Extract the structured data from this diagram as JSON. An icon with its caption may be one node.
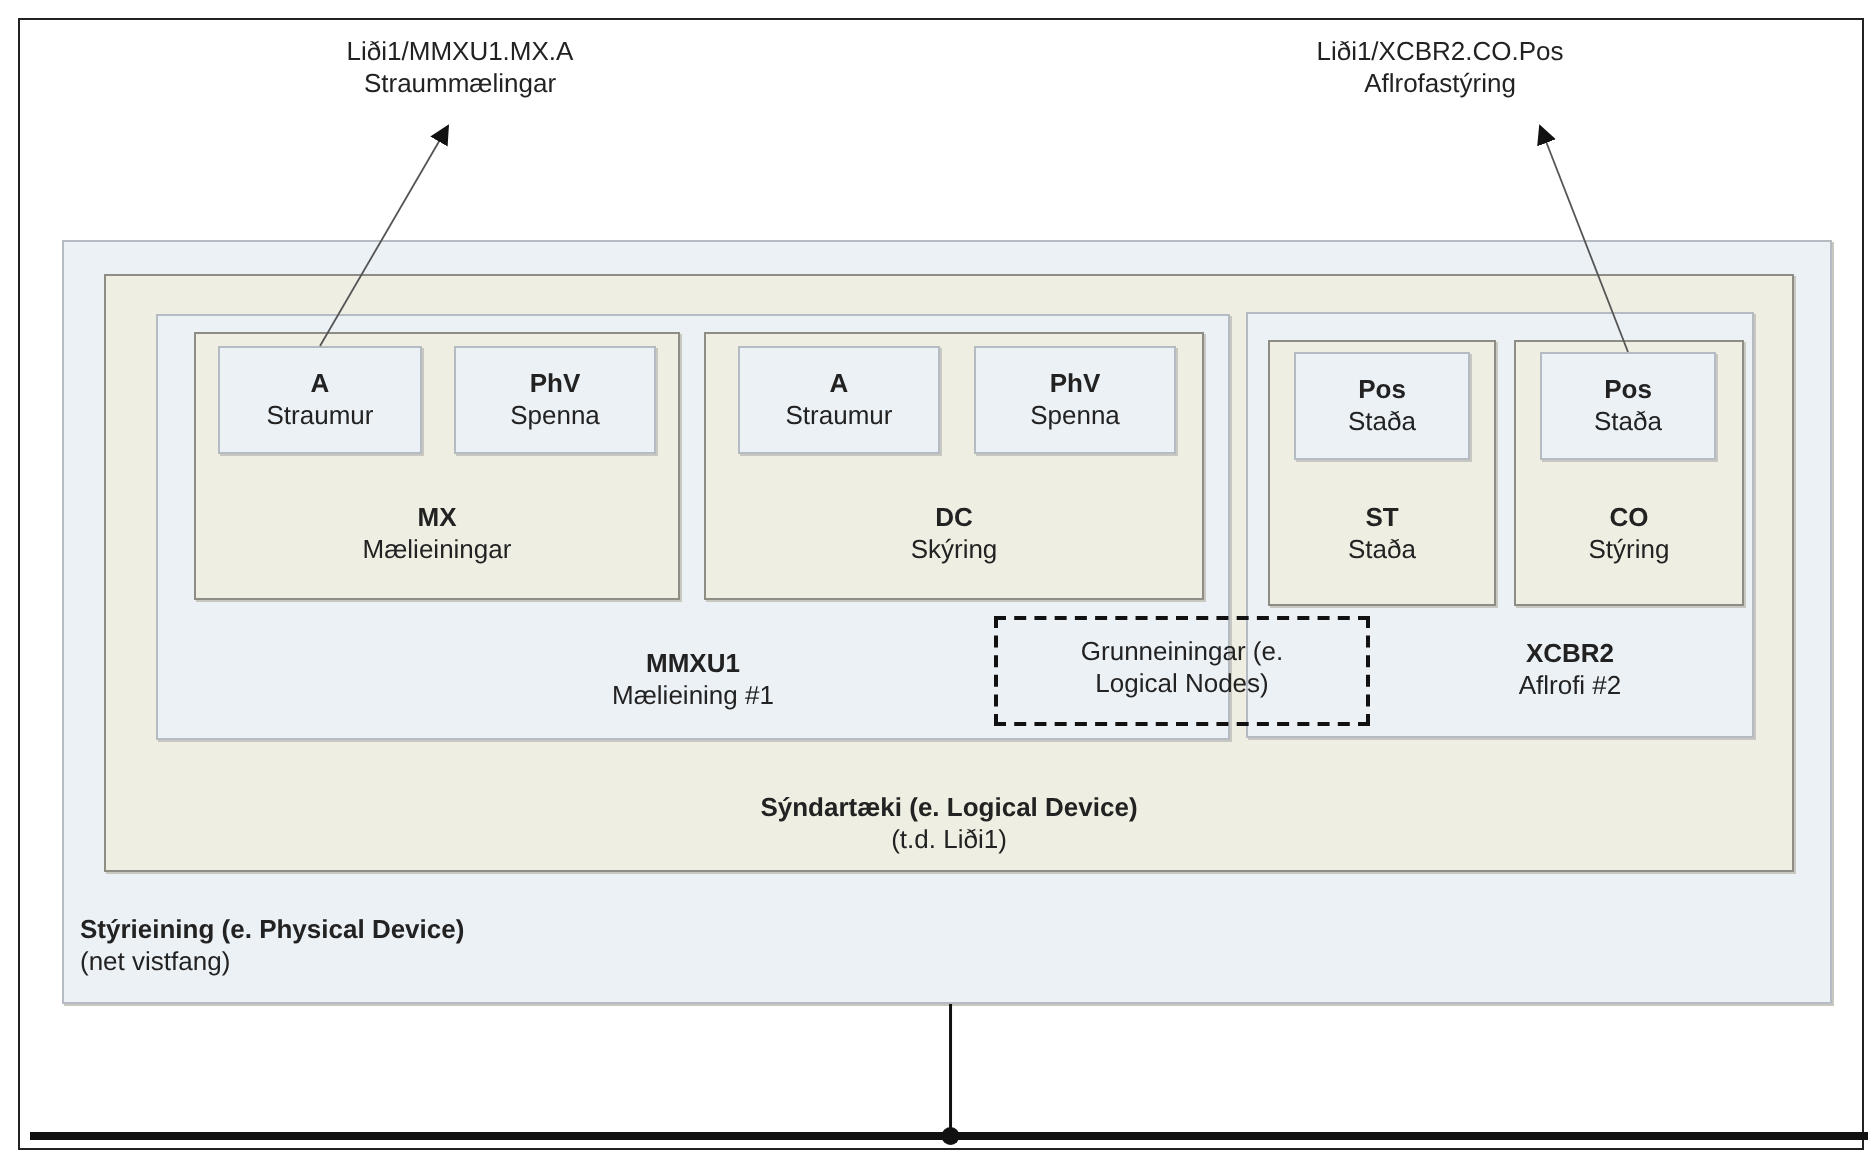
{
  "diagram": {
    "nodes": [
      {
        "text": [
          "Liði1/MMXU1.MX.A",
          "Straummælingar"
        ]
      },
      {
        "text": [
          "Liði1/XCBR2.CO.Pos",
          "Aflrofastýring"
        ]
      },
      {
        "text": [
          "Stýrieining (e. Physical Device)",
          "(net vistfang)"
        ]
      },
      {
        "text": [
          "Sýndartæki (e. Logical Device)",
          "(t.d. Liði1)"
        ],
        "in": 2
      },
      {
        "text": [
          "MMXU1",
          "Mælieining #1"
        ],
        "in": 3
      },
      {
        "text": [
          "MX",
          "Mælieiningar"
        ],
        "in": 4
      },
      {
        "text": [
          "A",
          "Straumur"
        ],
        "in": 5
      },
      {
        "text": [
          "PhV",
          "Spenna"
        ],
        "in": 5
      },
      {
        "text": [
          "DC",
          "Skýring"
        ],
        "in": 4
      },
      {
        "text": [
          "A",
          "Straumur"
        ],
        "in": 8
      },
      {
        "text": [
          "PhV",
          "Spenna"
        ],
        "in": 8
      },
      {
        "text": [
          "XCBR2",
          "Aflrofi #2"
        ],
        "in": 3
      },
      {
        "text": [
          "ST",
          "Staða"
        ],
        "in": 11
      },
      {
        "text": [
          "Pos",
          "Staða"
        ],
        "in": 12
      },
      {
        "text": [
          "CO",
          "Stýring"
        ],
        "in": 11
      },
      {
        "text": [
          "Pos",
          "Staða"
        ],
        "in": 14
      },
      {
        "text": [
          "Grunneiningar (e. Logical Nodes)"
        ],
        "in": 3
      },
      {
        "text": [],
        "shape": "bar"
      }
    ],
    "edges": [
      {
        "from": 6,
        "to": 0,
        "arrow": "to"
      },
      {
        "from": 15,
        "to": 1,
        "arrow": "to"
      },
      {
        "from": 2,
        "to": 17,
        "arrow": "other"
      }
    ]
  }
}
